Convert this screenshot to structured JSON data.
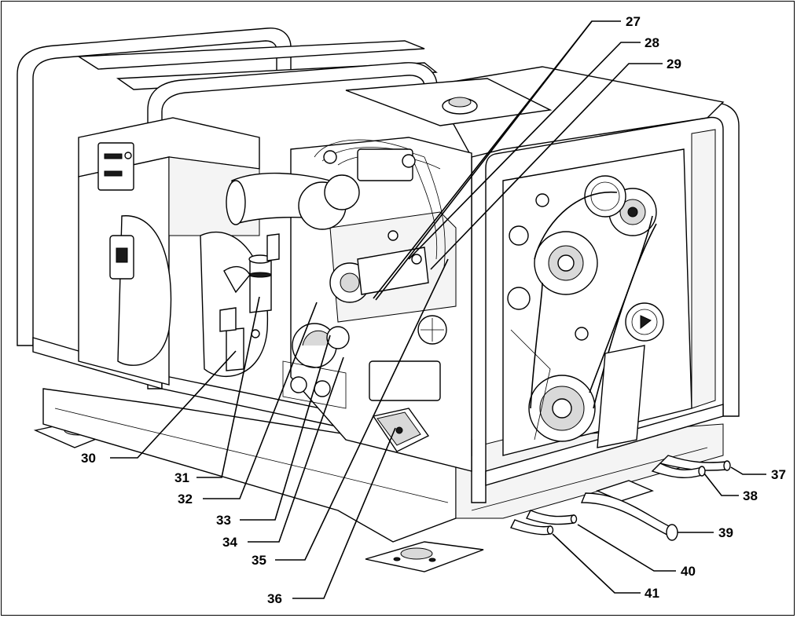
{
  "diagram": {
    "callouts": [
      {
        "id": "c27",
        "label": "27"
      },
      {
        "id": "c28",
        "label": "28"
      },
      {
        "id": "c29",
        "label": "29"
      },
      {
        "id": "c30",
        "label": "30"
      },
      {
        "id": "c31",
        "label": "31"
      },
      {
        "id": "c32",
        "label": "32"
      },
      {
        "id": "c33",
        "label": "33"
      },
      {
        "id": "c34",
        "label": "34"
      },
      {
        "id": "c35",
        "label": "35"
      },
      {
        "id": "c36",
        "label": "36"
      },
      {
        "id": "c37",
        "label": "37"
      },
      {
        "id": "c38",
        "label": "38"
      },
      {
        "id": "c39",
        "label": "39"
      },
      {
        "id": "c40",
        "label": "40"
      },
      {
        "id": "c41",
        "label": "41"
      }
    ]
  }
}
